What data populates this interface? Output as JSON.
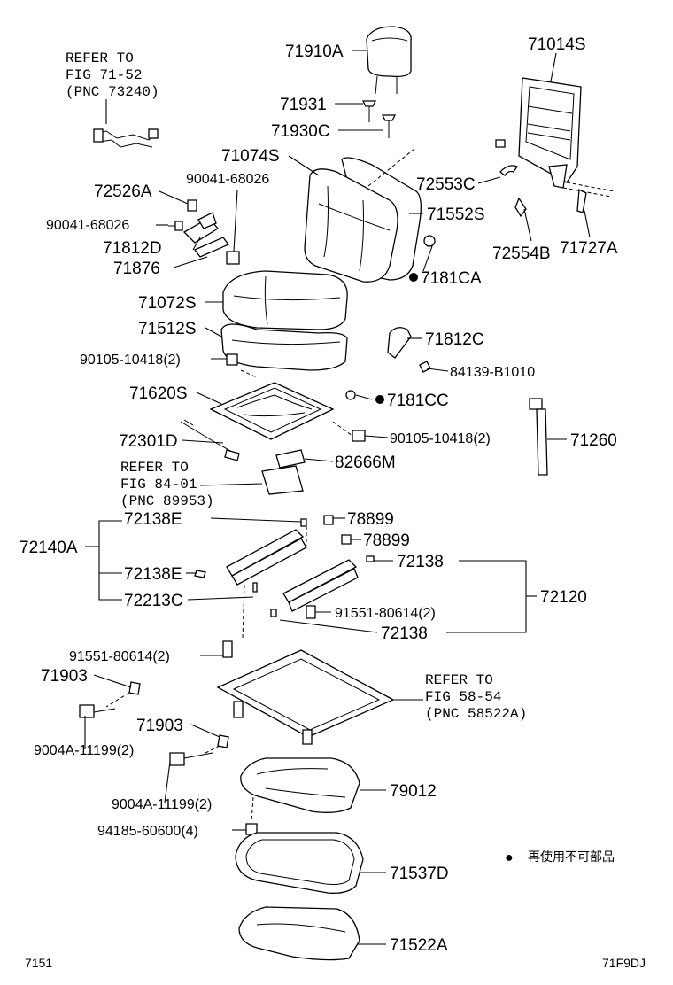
{
  "parts": [
    {
      "id": "headrest",
      "label": "71910A"
    },
    {
      "id": "headrest-support",
      "label": "71931"
    },
    {
      "id": "headrest-guide",
      "label": "71930C"
    },
    {
      "id": "seatback-frame",
      "label": "71014S"
    },
    {
      "id": "seatback-pad",
      "label": "71074S"
    },
    {
      "id": "cover-cap",
      "label": "72553C"
    },
    {
      "id": "seatback-cover",
      "label": "71552S"
    },
    {
      "id": "hinge-cover",
      "label": "72554B"
    },
    {
      "id": "seat-pad-strip",
      "label": "71727A"
    },
    {
      "id": "hog-ring-back",
      "label": "7181CA"
    },
    {
      "id": "cover-bracket",
      "label": "72526A"
    },
    {
      "id": "screw-a",
      "label": "90041-68026"
    },
    {
      "id": "screw-b",
      "label": "90041-68026"
    },
    {
      "id": "lever-bracket",
      "label": "71812D"
    },
    {
      "id": "bolt-71876",
      "label": "71876"
    },
    {
      "id": "cushion-pad",
      "label": "71072S"
    },
    {
      "id": "cushion-cover",
      "label": "71512S"
    },
    {
      "id": "bolt-90105-upper",
      "label": "90105-10418(2)"
    },
    {
      "id": "side-bracket",
      "label": "71812C"
    },
    {
      "id": "screw-84139",
      "label": "84139-B1010"
    },
    {
      "id": "cushion-frame",
      "label": "71620S"
    },
    {
      "id": "hog-ring-cushion",
      "label": "7181CC"
    },
    {
      "id": "harness",
      "label": "72301D"
    },
    {
      "id": "bolt-90105-lower",
      "label": "90105-10418(2)"
    },
    {
      "id": "strap-71260",
      "label": "71260"
    },
    {
      "id": "connector",
      "label": "82666M"
    },
    {
      "id": "adjuster-72138e-upper",
      "label": "72138E"
    },
    {
      "id": "bolt-78899-a",
      "label": "78899"
    },
    {
      "id": "bolt-78899-b",
      "label": "78899"
    },
    {
      "id": "adjuster-left",
      "label": "72140A"
    },
    {
      "id": "adjuster-72138e-lower",
      "label": "72138E"
    },
    {
      "id": "pin-72138-a",
      "label": "72138"
    },
    {
      "id": "adjuster-right",
      "label": "72120"
    },
    {
      "id": "pin-72213c",
      "label": "72213C"
    },
    {
      "id": "bolt-91551-right",
      "label": "91551-80614(2)"
    },
    {
      "id": "pin-72138-b",
      "label": "72138"
    },
    {
      "id": "bolt-91551-left",
      "label": "91551-80614(2)"
    },
    {
      "id": "clip-71903-a",
      "label": "71903"
    },
    {
      "id": "bolt-9004a-a",
      "label": "9004A-11199(2)"
    },
    {
      "id": "clip-71903-b",
      "label": "71903"
    },
    {
      "id": "bolt-9004a-b",
      "label": "9004A-11199(2)"
    },
    {
      "id": "undercover",
      "label": "79012"
    },
    {
      "id": "nut-94185",
      "label": "94185-60600(4)"
    },
    {
      "id": "seal-71537d",
      "label": "71537D"
    },
    {
      "id": "tray-71522a",
      "label": "71522A"
    }
  ],
  "references": {
    "ref1": [
      "REFER TO",
      "FIG 71-52",
      "(PNC 73240)"
    ],
    "ref2": [
      "REFER TO",
      "FIG 84-01",
      "(PNC 89953)"
    ],
    "ref3": [
      "REFER TO",
      "FIG 58-54",
      "(PNC 58522A)"
    ]
  },
  "legend": {
    "symbol": "●",
    "text": "再使用不可部品"
  },
  "footer": {
    "left": "7151",
    "right": "71F9DJ"
  }
}
